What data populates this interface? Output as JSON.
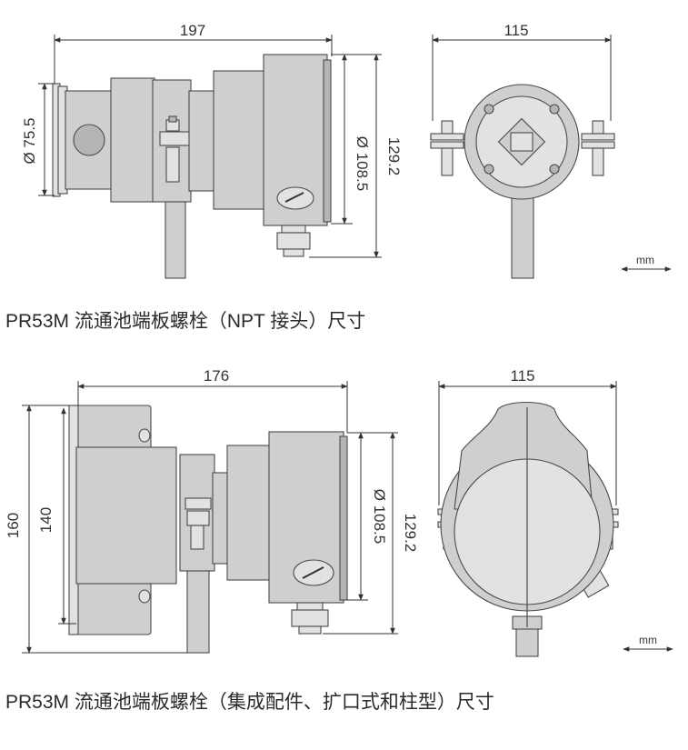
{
  "figure_1": {
    "caption": "PR53M 流通池端板螺栓（NPT 接头）尺寸",
    "side_view": {
      "width": "197",
      "inlet_diameter": "Ø 75.5",
      "body_diameter": "Ø 108.5",
      "height": "129.2"
    },
    "end_view": {
      "width": "115"
    },
    "unit": "mm"
  },
  "figure_2": {
    "caption": "PR53M 流通池端板螺栓（集成配件、扩口式和柱型）尺寸",
    "side_view": {
      "width": "176",
      "outer_height": "160",
      "inner_height": "140",
      "body_diameter": "Ø 108.5",
      "height": "129.2"
    },
    "end_view": {
      "width": "115"
    },
    "unit": "mm"
  }
}
